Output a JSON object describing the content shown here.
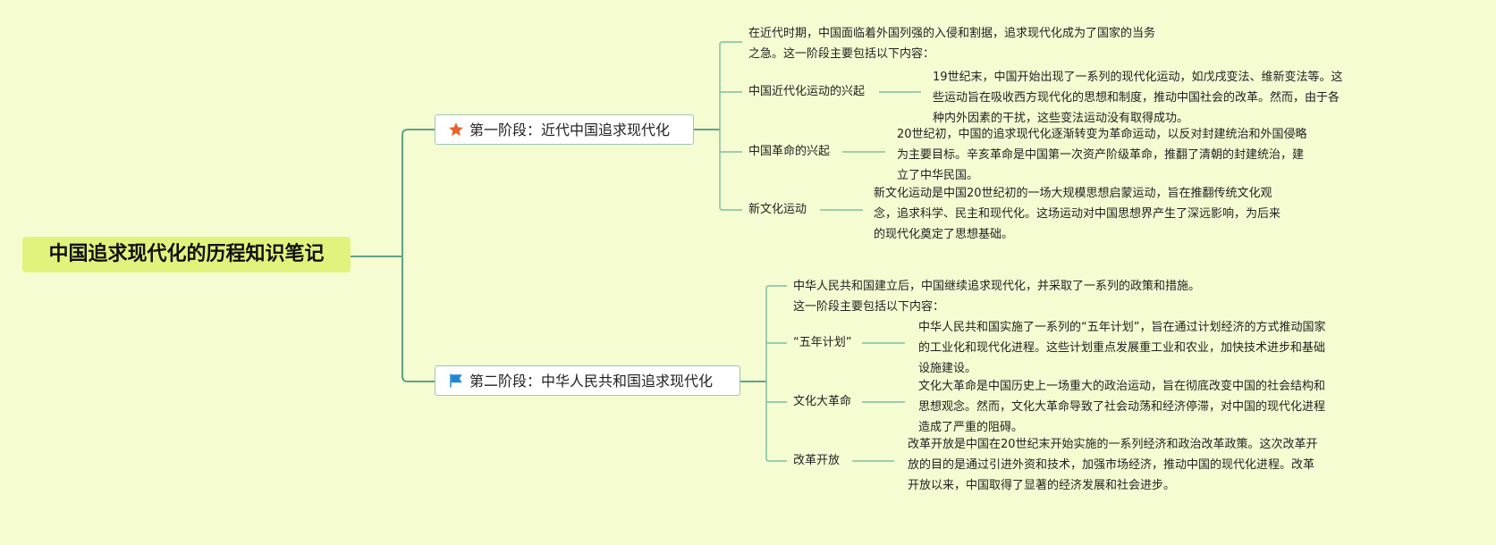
{
  "root": {
    "title": "中国追求现代化的历程知识笔记"
  },
  "colors": {
    "background": "#f5fcd2",
    "root_fill": "#e1f37c",
    "connector": "#5fa488",
    "star": "#e8622c",
    "flag": "#1e88d8"
  },
  "stages": [
    {
      "icon": "star-icon",
      "title": "第一阶段：近代中国追求现代化",
      "intro": [
        "在近代时期，中国面临着外国列强的入侵和割据，追求现代化成为了国家的当务",
        "之急。这一阶段主要包括以下内容："
      ],
      "topics": [
        {
          "label": "中国近代化运动的兴起",
          "desc": [
            "19世纪末，中国开始出现了一系列的现代化运动，如戊戌变法、维新变法等。这",
            "些运动旨在吸收西方现代化的思想和制度，推动中国社会的改革。然而，由于各",
            "种内外因素的干扰，这些变法运动没有取得成功。"
          ]
        },
        {
          "label": "中国革命的兴起",
          "desc": [
            "20世纪初，中国的追求现代化逐渐转变为革命运动，以反对封建统治和外国侵略",
            "为主要目标。辛亥革命是中国第一次资产阶级革命，推翻了清朝的封建统治，建",
            "立了中华民国。"
          ]
        },
        {
          "label": "新文化运动",
          "desc": [
            "新文化运动是中国20世纪初的一场大规模思想启蒙运动，旨在推翻传统文化观",
            "念，追求科学、民主和现代化。这场运动对中国思想界产生了深远影响，为后来",
            "的现代化奠定了思想基础。"
          ]
        }
      ]
    },
    {
      "icon": "flag-icon",
      "title": "第二阶段：中华人民共和国追求现代化",
      "intro": [
        "中华人民共和国建立后，中国继续追求现代化，并采取了一系列的政策和措施。",
        "这一阶段主要包括以下内容："
      ],
      "topics": [
        {
          "label": "“五年计划”",
          "desc": [
            "中华人民共和国实施了一系列的“五年计划”，旨在通过计划经济的方式推动国家",
            "的工业化和现代化进程。这些计划重点发展重工业和农业，加快技术进步和基础",
            "设施建设。"
          ]
        },
        {
          "label": "文化大革命",
          "desc": [
            "文化大革命是中国历史上一场重大的政治运动，旨在彻底改变中国的社会结构和",
            "思想观念。然而，文化大革命导致了社会动荡和经济停滞，对中国的现代化进程",
            "造成了严重的阻碍。"
          ]
        },
        {
          "label": "改革开放",
          "desc": [
            "改革开放是中国在20世纪末开始实施的一系列经济和政治改革政策。这次改革开",
            "放的目的是通过引进外资和技术，加强市场经济，推动中国的现代化进程。改革",
            "开放以来，中国取得了显著的经济发展和社会进步。"
          ]
        }
      ]
    }
  ]
}
